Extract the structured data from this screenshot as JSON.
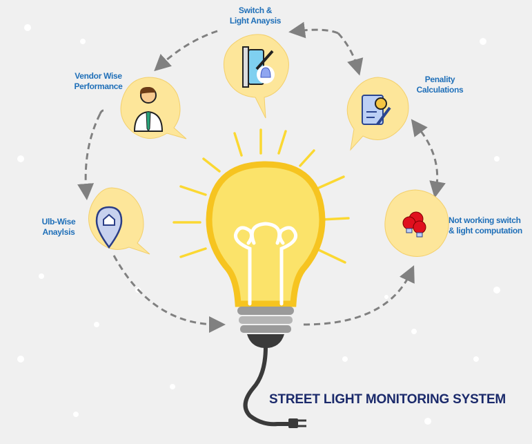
{
  "title": "STREET LIGHT MONITORING SYSTEM",
  "nodes": [
    {
      "label_line1": "Switch &",
      "label_line2": "Light Anaysis",
      "icon": "switch-light-icon"
    },
    {
      "label_line1": "Vendor Wise",
      "label_line2": "Performance",
      "icon": "vendor-person-icon"
    },
    {
      "label_line1": "Penality",
      "label_line2": "Calculations",
      "icon": "penalty-document-icon"
    },
    {
      "label_line1": "Ulb-Wise",
      "label_line2": "Anaylsis",
      "icon": "location-pin-icon"
    },
    {
      "label_line1": "Not working switch",
      "label_line2": "& light computation",
      "icon": "red-bulbs-icon"
    }
  ],
  "colors": {
    "label": "#1f6fb8",
    "title": "#1b2a6b",
    "bubble": "#fde69a",
    "bulb": "#fbd832",
    "arrow": "#808080"
  }
}
